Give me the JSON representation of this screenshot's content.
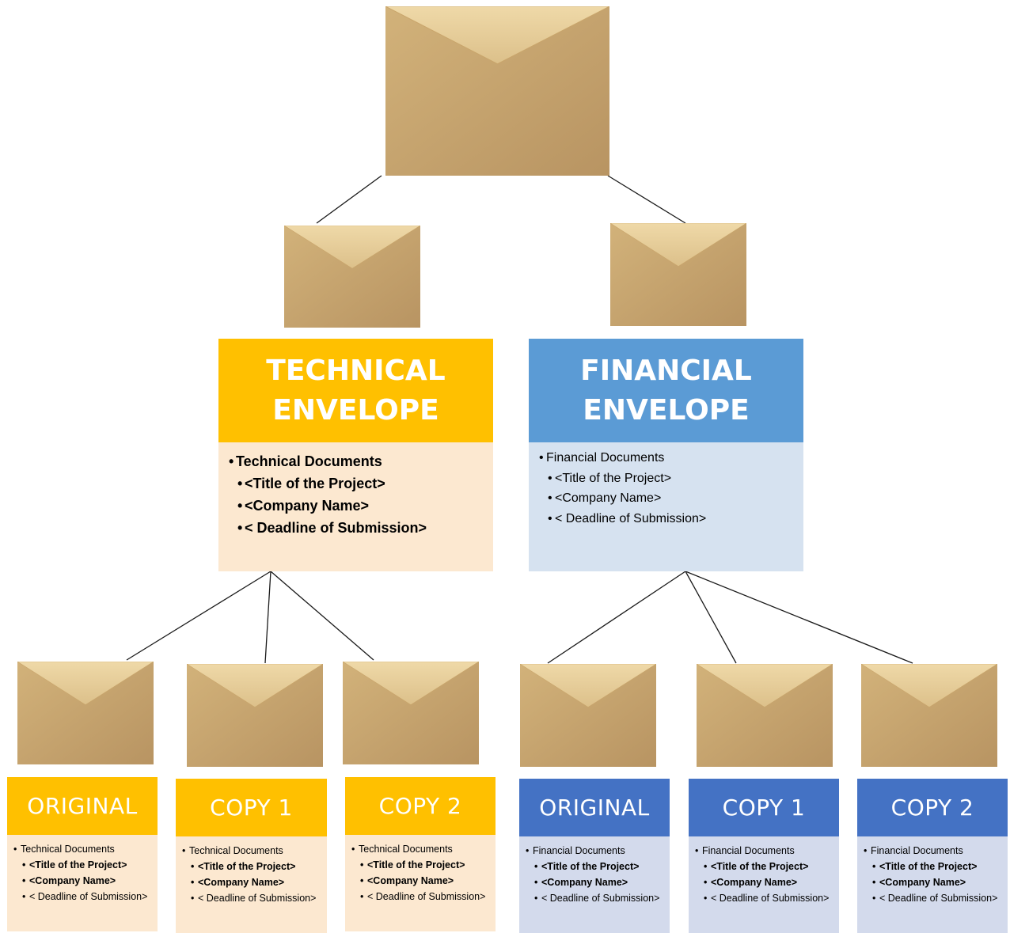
{
  "technical": {
    "title": "TECHNICAL\nENVELOPE",
    "items": [
      "Technical Documents",
      "<Title of the Project>",
      "<Company Name>",
      "< Deadline of Submission>"
    ]
  },
  "financial": {
    "title": "FINANCIAL\nENVELOPE",
    "items": [
      "Financial Documents",
      "<Title of the Project>",
      "<Company Name>",
      "< Deadline of Submission>"
    ]
  },
  "tech_sub": [
    {
      "title": "ORIGINAL",
      "items": [
        "Technical Documents",
        "<Title of the Project>",
        "<Company Name>",
        "< Deadline of Submission>"
      ]
    },
    {
      "title": "COPY 1",
      "items": [
        "Technical Documents",
        "<Title of the Project>",
        "<Company Name>",
        "< Deadline of Submission>"
      ]
    },
    {
      "title": "COPY 2",
      "items": [
        "Technical Documents",
        "<Title of the Project>",
        "<Company Name>",
        "< Deadline of Submission>"
      ]
    }
  ],
  "fin_sub": [
    {
      "title": "ORIGINAL",
      "items": [
        "Financial Documents",
        "<Title of the Project>",
        "<Company Name>",
        "< Deadline of Submission>"
      ]
    },
    {
      "title": "COPY 1",
      "items": [
        "Financial Documents",
        "<Title of the Project>",
        "<Company Name>",
        "< Deadline of Submission>"
      ]
    },
    {
      "title": "COPY 2",
      "items": [
        "Financial Documents",
        "<Title of the Project>",
        "<Company Name>",
        "< Deadline of Submission>"
      ]
    }
  ],
  "icons": {
    "envelope": "envelope-icon"
  },
  "colors": {
    "tech_header": "#FFC000",
    "tech_body": "#FCE8D0",
    "fin_header": "#5B9BD5",
    "fin_body": "#D6E2F0",
    "fin_sub_header": "#4472C4",
    "fin_sub_body": "#D3DAEC",
    "envelope": "#C9A86E"
  }
}
